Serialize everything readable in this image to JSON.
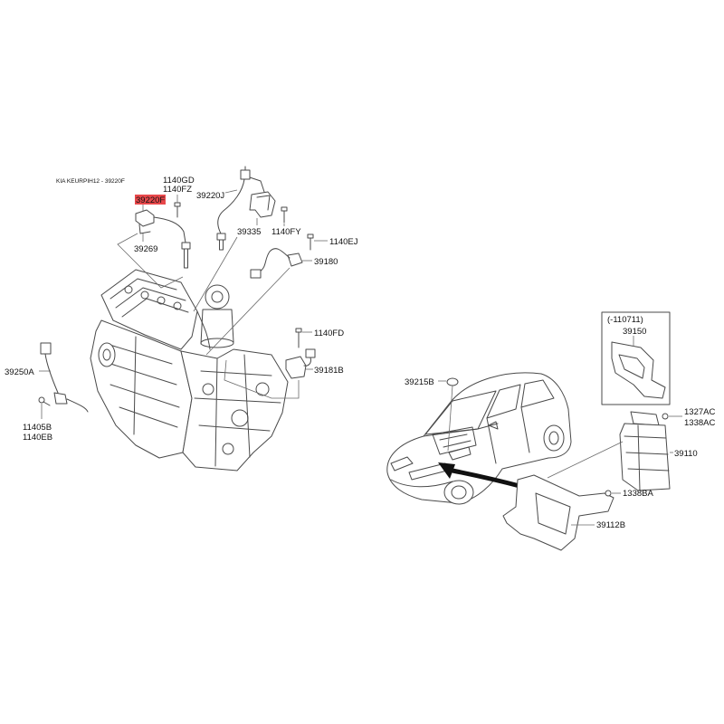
{
  "header": {
    "title": "KIA KEURPIH12 - 39220F"
  },
  "colors": {
    "line": "#4a4a4a",
    "text": "#111111",
    "background": "#ffffff",
    "highlight": "#e8484b"
  },
  "selected_callout": {
    "text": "39220F"
  },
  "engine_group": {
    "c_1140GD": "1140GD",
    "c_1140FZ": "1140FZ",
    "c_39269": "39269",
    "c_39220J": "39220J",
    "c_39335": "39335",
    "c_1140FY": "1140FY",
    "c_1140EJ": "1140EJ",
    "c_39180": "39180",
    "c_1140FD": "1140FD",
    "c_39181B": "39181B",
    "c_39250A": "39250A",
    "c_11405B": "11405B",
    "c_1140EB": "1140EB"
  },
  "ecu_group": {
    "c_39215B": "39215B",
    "variant_note": "(-110711)",
    "c_39150": "39150",
    "c_1327AC": "1327AC",
    "c_1338AC": "1338AC",
    "c_39110": "39110",
    "c_1338BA": "1338BA",
    "c_39112B": "39112B"
  }
}
